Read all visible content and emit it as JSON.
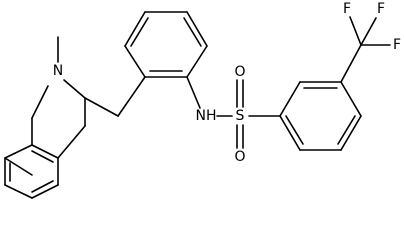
{
  "molecule": {
    "atoms": {
      "n_ring": "N",
      "nh": "NH",
      "s": "S",
      "o_top": "O",
      "o_bottom": "O",
      "f1": "F",
      "f2": "F",
      "f3": "F"
    }
  }
}
